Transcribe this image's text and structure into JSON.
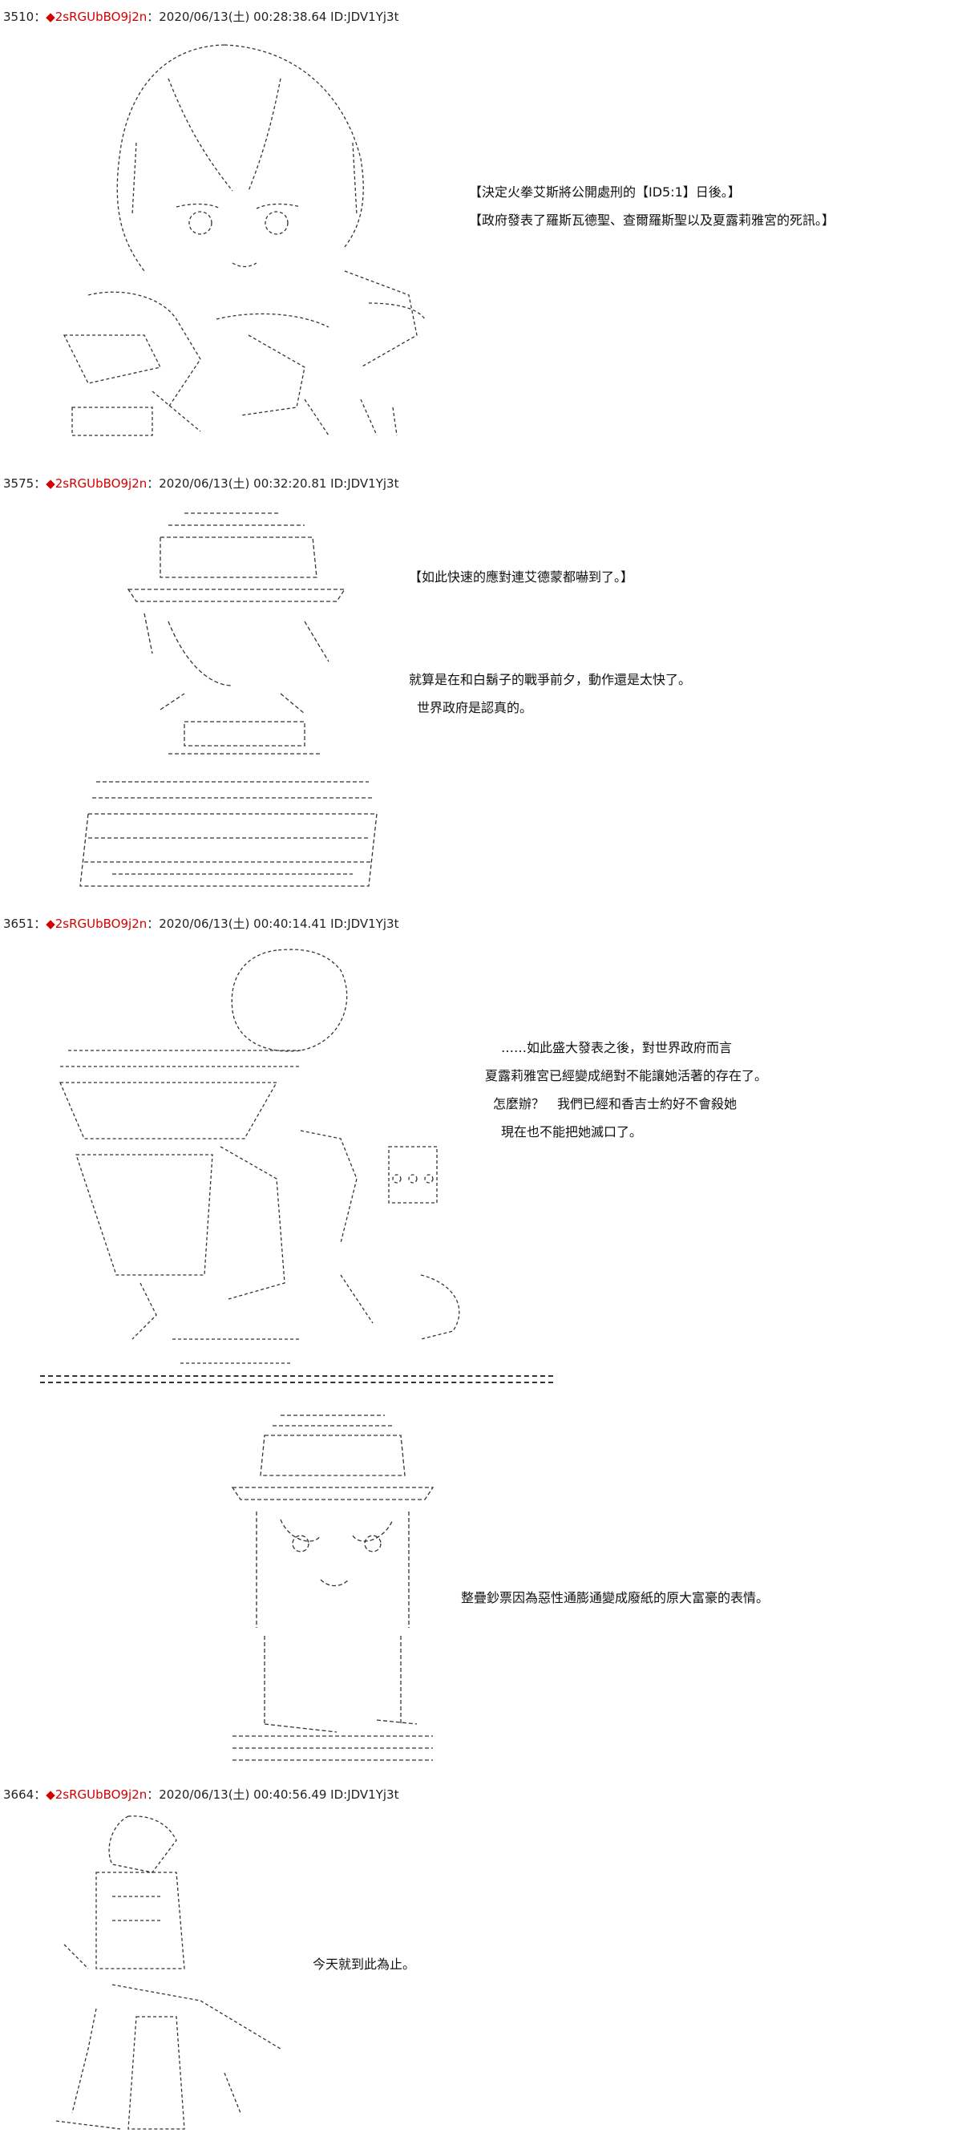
{
  "posts": [
    {
      "number": "3510",
      "separator": "：",
      "diamond": "◆",
      "tripcode": "2sRGUbBO9j2n",
      "datetime": "：2020/06/13(土) 00:28:38.64 ID:JDV1Yj3t",
      "lines": [
        "【決定火拳艾斯將公開處刑的【ID5:1】日後。】",
        "【政府發表了羅斯瓦德聖、查爾羅斯聖以及夏露莉雅宮的死訊。】"
      ],
      "art_icon": "ascii-art-character-drinking"
    },
    {
      "number": "3575",
      "separator": "：",
      "diamond": "◆",
      "tripcode": "2sRGUbBO9j2n",
      "datetime": "：2020/06/13(土) 00:32:20.81 ID:JDV1Yj3t",
      "lines": [
        "【如此快速的應對連艾德蒙都嚇到了。】",
        "就算是在和白鬍子的戰爭前夕，動作還是太快了。",
        "世界政府是認真的。"
      ],
      "art_icon": "ascii-art-character-hat-reading"
    },
    {
      "number": "3651",
      "separator": "：",
      "diamond": "◆",
      "tripcode": "2sRGUbBO9j2n",
      "datetime": "：2020/06/13(土) 00:40:14.41 ID:JDV1Yj3t",
      "lines": [
        "……如此盛大發表之後，對世界政府而言",
        "夏露莉雅宮已經變成絕對不能讓她活著的存在了。",
        "怎麼辦？　我們已經和香吉士約好不會殺她",
        "現在也不能把她滅口了。"
      ],
      "line_after_art": "整疊鈔票因為惡性通膨通變成廢紙的原大富豪的表情。",
      "art_icon": "ascii-art-character-at-table",
      "art2_icon": "ascii-art-character-hat-crying"
    },
    {
      "number": "3664",
      "separator": "：",
      "diamond": "◆",
      "tripcode": "2sRGUbBO9j2n",
      "datetime": "：2020/06/13(土) 00:40:56.49 ID:JDV1Yj3t",
      "lines": [
        "今天就到此為止。"
      ],
      "art_icon": "ascii-art-character-standing"
    }
  ]
}
